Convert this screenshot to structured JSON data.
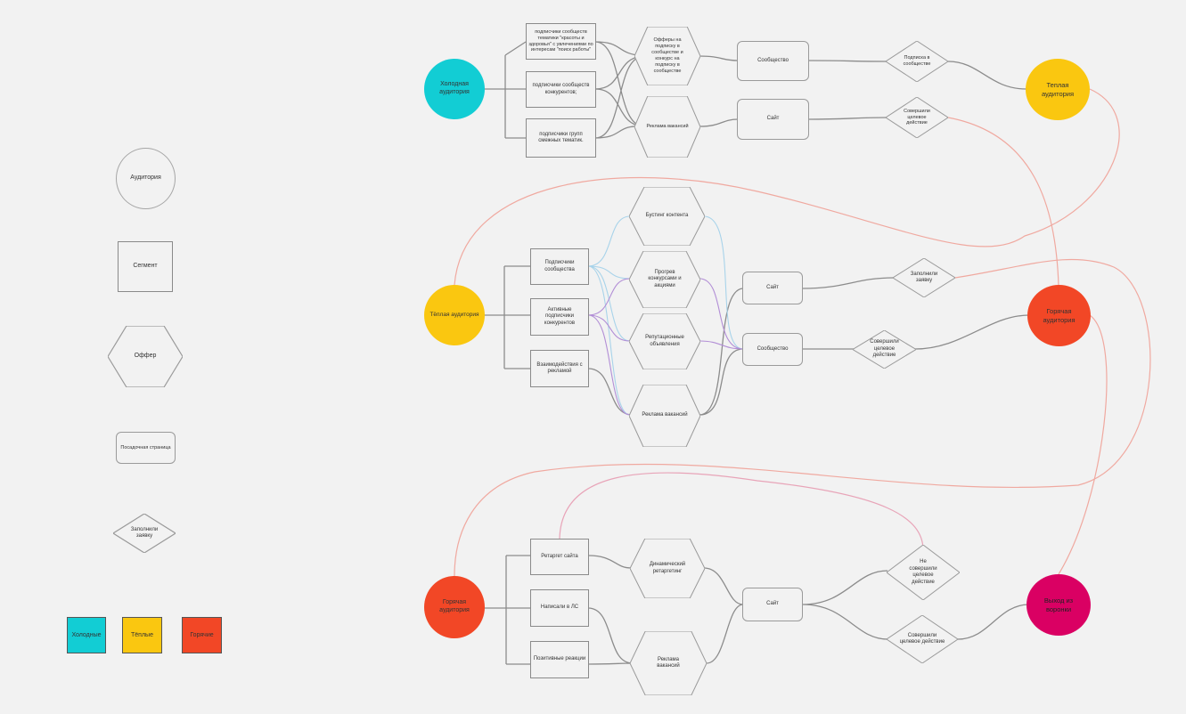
{
  "colors": {
    "cold": "#12cdd4",
    "warm": "#fac710",
    "hot": "#f24726",
    "exit": "#da0063",
    "edge_gray": "#8c8c8c",
    "edge_pink": "#f0a9a0",
    "edge_blue": "#a8d3ea",
    "edge_purple": "#b28ed6",
    "edge_rose": "#e8a4b8"
  },
  "legend": {
    "audience": "Аудитория",
    "segment": "Сегмент",
    "offer": "Оффер",
    "landing": "Посадочная страница",
    "action": "Заполнили заявку",
    "swatch_cold": "Холодные",
    "swatch_warm": "Тёплые",
    "swatch_hot": "Горячие"
  },
  "cold": {
    "audience": "Холодная аудитория",
    "seg1": "подписчики сообществ тематики \"красоты и здоровья\" с увлечениями по интересам \"поиск работы\"",
    "seg2": "подписчики сообществ конкурентов;",
    "seg3": "подписчики групп смежных тематик.",
    "offer1": "Офферы на подписку в сообществе и конкурс на подписку в сообществе",
    "offer2": "Реклама вакансий",
    "page1": "Сообщество",
    "page2": "Сайт",
    "action1": "Подписка в сообществе",
    "action2": "Совершили целевое действие"
  },
  "warm": {
    "audience_right": "Теплая аудитория",
    "audience": "Тёплая аудитория",
    "seg1": "Подписчики сообщества",
    "seg2": "Активные подписчики конкурентов",
    "seg3": "Взаимодействия с рекламой",
    "offer1": "Бустинг контента",
    "offer2": "Прогрев конкурсами и акциями",
    "offer3": "Репутационные объявления",
    "offer4": "Реклама вакансий",
    "page1": "Сайт",
    "page2": "Сообщество",
    "action1": "Заполнили заявку",
    "action2": "Совершили целевое действие"
  },
  "hot": {
    "audience_right": "Горячая аудитория",
    "audience": "Горячая аудитория",
    "seg1": "Ретаргет сайта",
    "seg2": "Написали в ЛС",
    "seg3": "Позитивные реакции",
    "offer1": "Динамический ретаргетинг",
    "offer2": "Реклама вакансий",
    "page1": "Сайт",
    "action1": "Не совершили целевое действие",
    "action2": "Совершили целевое действие",
    "exit": "Выход из воронки"
  }
}
